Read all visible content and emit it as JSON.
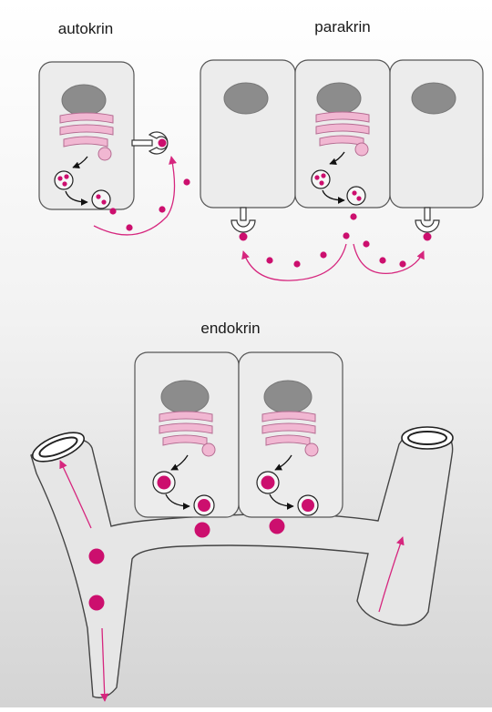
{
  "labels": {
    "autocrine": "autokrin",
    "paracrine": "parakrin",
    "endocrine": "endokrin"
  },
  "colors": {
    "background_top": "#ffffff",
    "background_bottom": "#d4d4d4",
    "cell_fill": "#ececec",
    "nucleus": "#8c8c8c",
    "golgi": "#f1b7d2",
    "signal_molecule": "#cc0f6e",
    "pink_arrow": "#d6267e"
  }
}
